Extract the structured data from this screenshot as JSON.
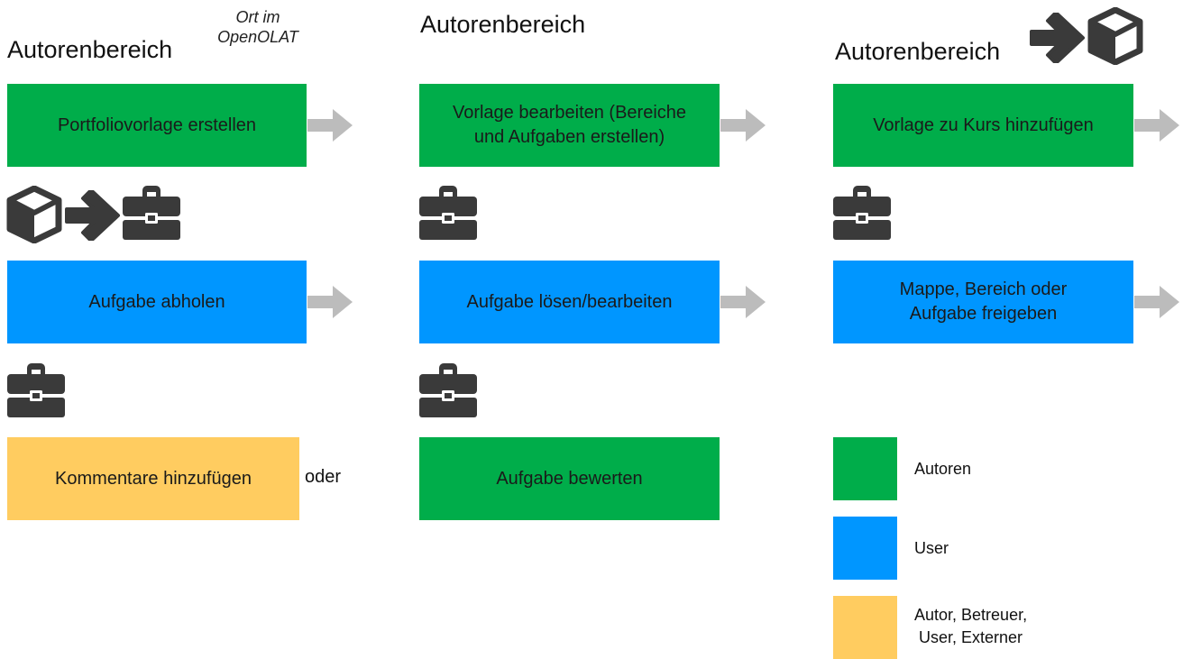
{
  "headers": {
    "col1": "Autorenbereich",
    "col1_note_line1": "Ort im",
    "col1_note_line2": "OpenOLAT",
    "col2": "Autorenbereich",
    "col3": "Autorenbereich"
  },
  "row1": {
    "box1": "Portfoliovorlage erstellen",
    "box2_line1": "Vorlage bearbeiten (Bereiche",
    "box2_line2": "und Aufgaben erstellen)",
    "box3": "Vorlage zu Kurs hinzufügen"
  },
  "row2": {
    "box1": "Aufgabe abholen",
    "box2": "Aufgabe lösen/bearbeiten",
    "box3_line1": "Mappe, Bereich oder",
    "box3_line2": "Aufgabe freigeben"
  },
  "row3": {
    "box1": "Kommentare hinzufügen",
    "oder": "oder",
    "box2": "Aufgabe bewerten"
  },
  "legend": {
    "green_label": "Autoren",
    "blue_label": "User",
    "yellow_line1": "Autor, Betreuer,",
    "yellow_line2": "User, Externer"
  },
  "colors": {
    "green": "#00ad4a",
    "blue": "#0096ff",
    "yellow": "#ffcc60",
    "arrow_gray": "#bcbcbc",
    "icon_dark": "#3a3a3a"
  },
  "icons": [
    "cube-icon",
    "right-arrow-icon",
    "briefcase-icon",
    "gray-arrow-icon"
  ]
}
